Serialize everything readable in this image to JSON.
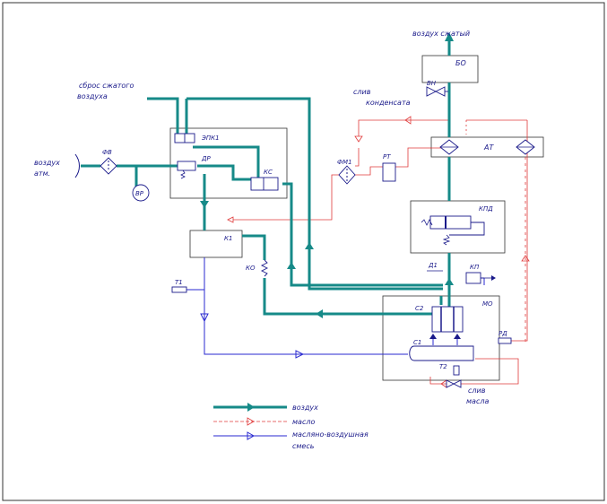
{
  "labels": {
    "compressed_air": "воздух сжатый",
    "bo": "БО",
    "vn": "ВН",
    "condensate_drain_1": "слив",
    "condensate_drain_2": "конденсата",
    "discharge_1": "сброс сжатого",
    "discharge_2": "воздуха",
    "epk1": "ЭПК1",
    "dr": "ДР",
    "ks": "КС",
    "atm_air_1": "воздух",
    "atm_air_2": "атм.",
    "fv": "ФВ",
    "vr": "ВР",
    "fm1": "ФМ1",
    "rt": "РТ",
    "at": "АТ",
    "kpd": "КПД",
    "k1": "К1",
    "ko": "КО",
    "t1": "Т1",
    "d1": "Д1",
    "kp": "КП",
    "mo": "МО",
    "c2": "С2",
    "c1": "С1",
    "rd": "РД",
    "t2": "Т2",
    "oil_drain_1": "слив",
    "oil_drain_2": "масла"
  },
  "legend": [
    {
      "key": "air",
      "label": "воздух",
      "color": "#168a88"
    },
    {
      "key": "oil",
      "label": "масло",
      "color": "#e03b3b"
    },
    {
      "key": "mix_1",
      "label": "масляно-воздушная",
      "color": "#2a2ad0"
    },
    {
      "key": "mix_2",
      "label": "смесь",
      "color": "#2a2ad0"
    }
  ],
  "colors": {
    "air": "#168a88",
    "oil": "#e03b3b",
    "mix": "#2a2ad0",
    "frame": "#333333",
    "text": "#1a1a8a"
  }
}
